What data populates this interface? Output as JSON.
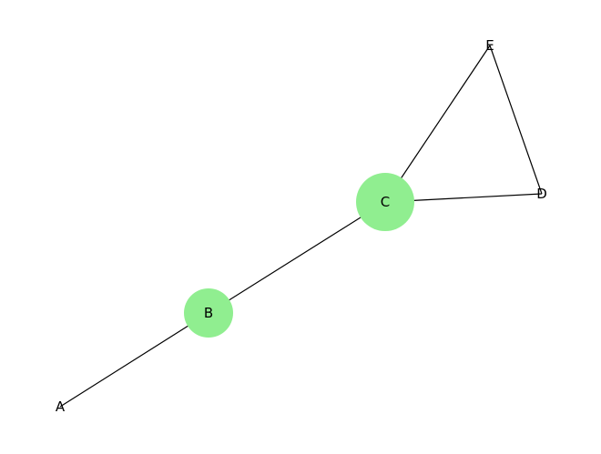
{
  "graph": {
    "nodes": [
      {
        "id": "A",
        "label": "A",
        "size": 0,
        "color": "#90ee90"
      },
      {
        "id": "B",
        "label": "B",
        "size": 1,
        "color": "#90ee90"
      },
      {
        "id": "C",
        "label": "C",
        "size": 2,
        "color": "#90ee90"
      },
      {
        "id": "D",
        "label": "D",
        "size": 0,
        "color": "#90ee90"
      },
      {
        "id": "E",
        "label": "E",
        "size": 0,
        "color": "#90ee90"
      }
    ],
    "edges": [
      {
        "source": "A",
        "target": "B"
      },
      {
        "source": "B",
        "target": "C"
      },
      {
        "source": "C",
        "target": "D"
      },
      {
        "source": "C",
        "target": "E"
      },
      {
        "source": "D",
        "target": "E"
      }
    ],
    "edge_color": "#000000"
  }
}
